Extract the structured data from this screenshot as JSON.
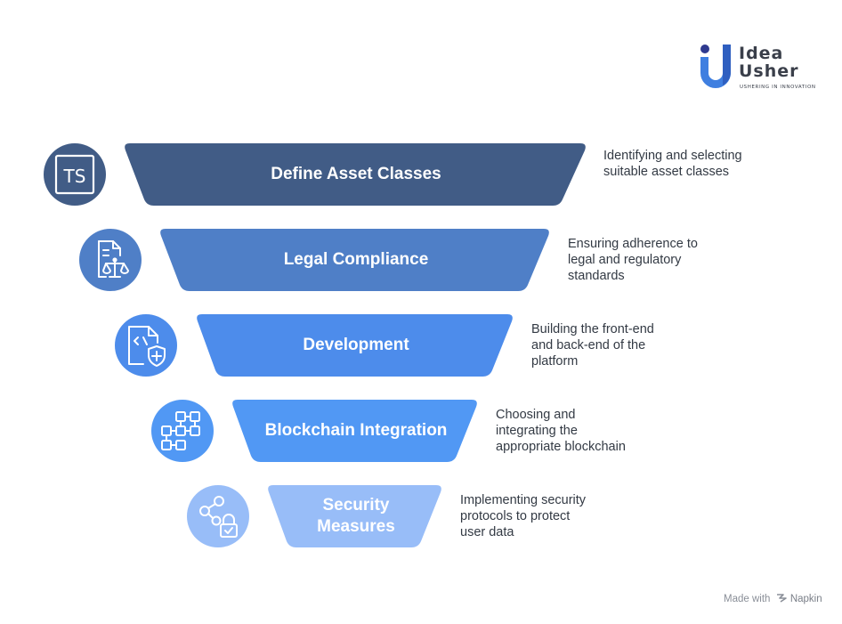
{
  "logo": {
    "line1": "Idea",
    "line2": "Usher",
    "tagline": "USHERING IN INNOVATION"
  },
  "steps": [
    {
      "label": "Define Asset Classes",
      "description": [
        "Identifying and selecting",
        "suitable asset classes"
      ],
      "color": "#415c86",
      "icon": "typescript-icon"
    },
    {
      "label": "Legal Compliance",
      "description": [
        "Ensuring adherence to",
        "legal and regulatory",
        "standards"
      ],
      "color": "#4f7fc7",
      "icon": "legal-document-scale-icon"
    },
    {
      "label": "Development",
      "description": [
        "Building the front-end",
        "and back-end of the",
        "platform"
      ],
      "color": "#4d8ceb",
      "icon": "code-file-shield-icon"
    },
    {
      "label": "Blockchain Integration",
      "description": [
        "Choosing and",
        "integrating the",
        "appropriate blockchain"
      ],
      "color": "#5198f4",
      "icon": "blockchain-icon"
    },
    {
      "label_lines": [
        "Security",
        "Measures"
      ],
      "description": [
        "Implementing security",
        "protocols to protect",
        "user data"
      ],
      "color": "#98bdf8",
      "icon": "share-lock-icon"
    }
  ],
  "footer": {
    "prefix": "Made with",
    "brand": "Napkin"
  }
}
